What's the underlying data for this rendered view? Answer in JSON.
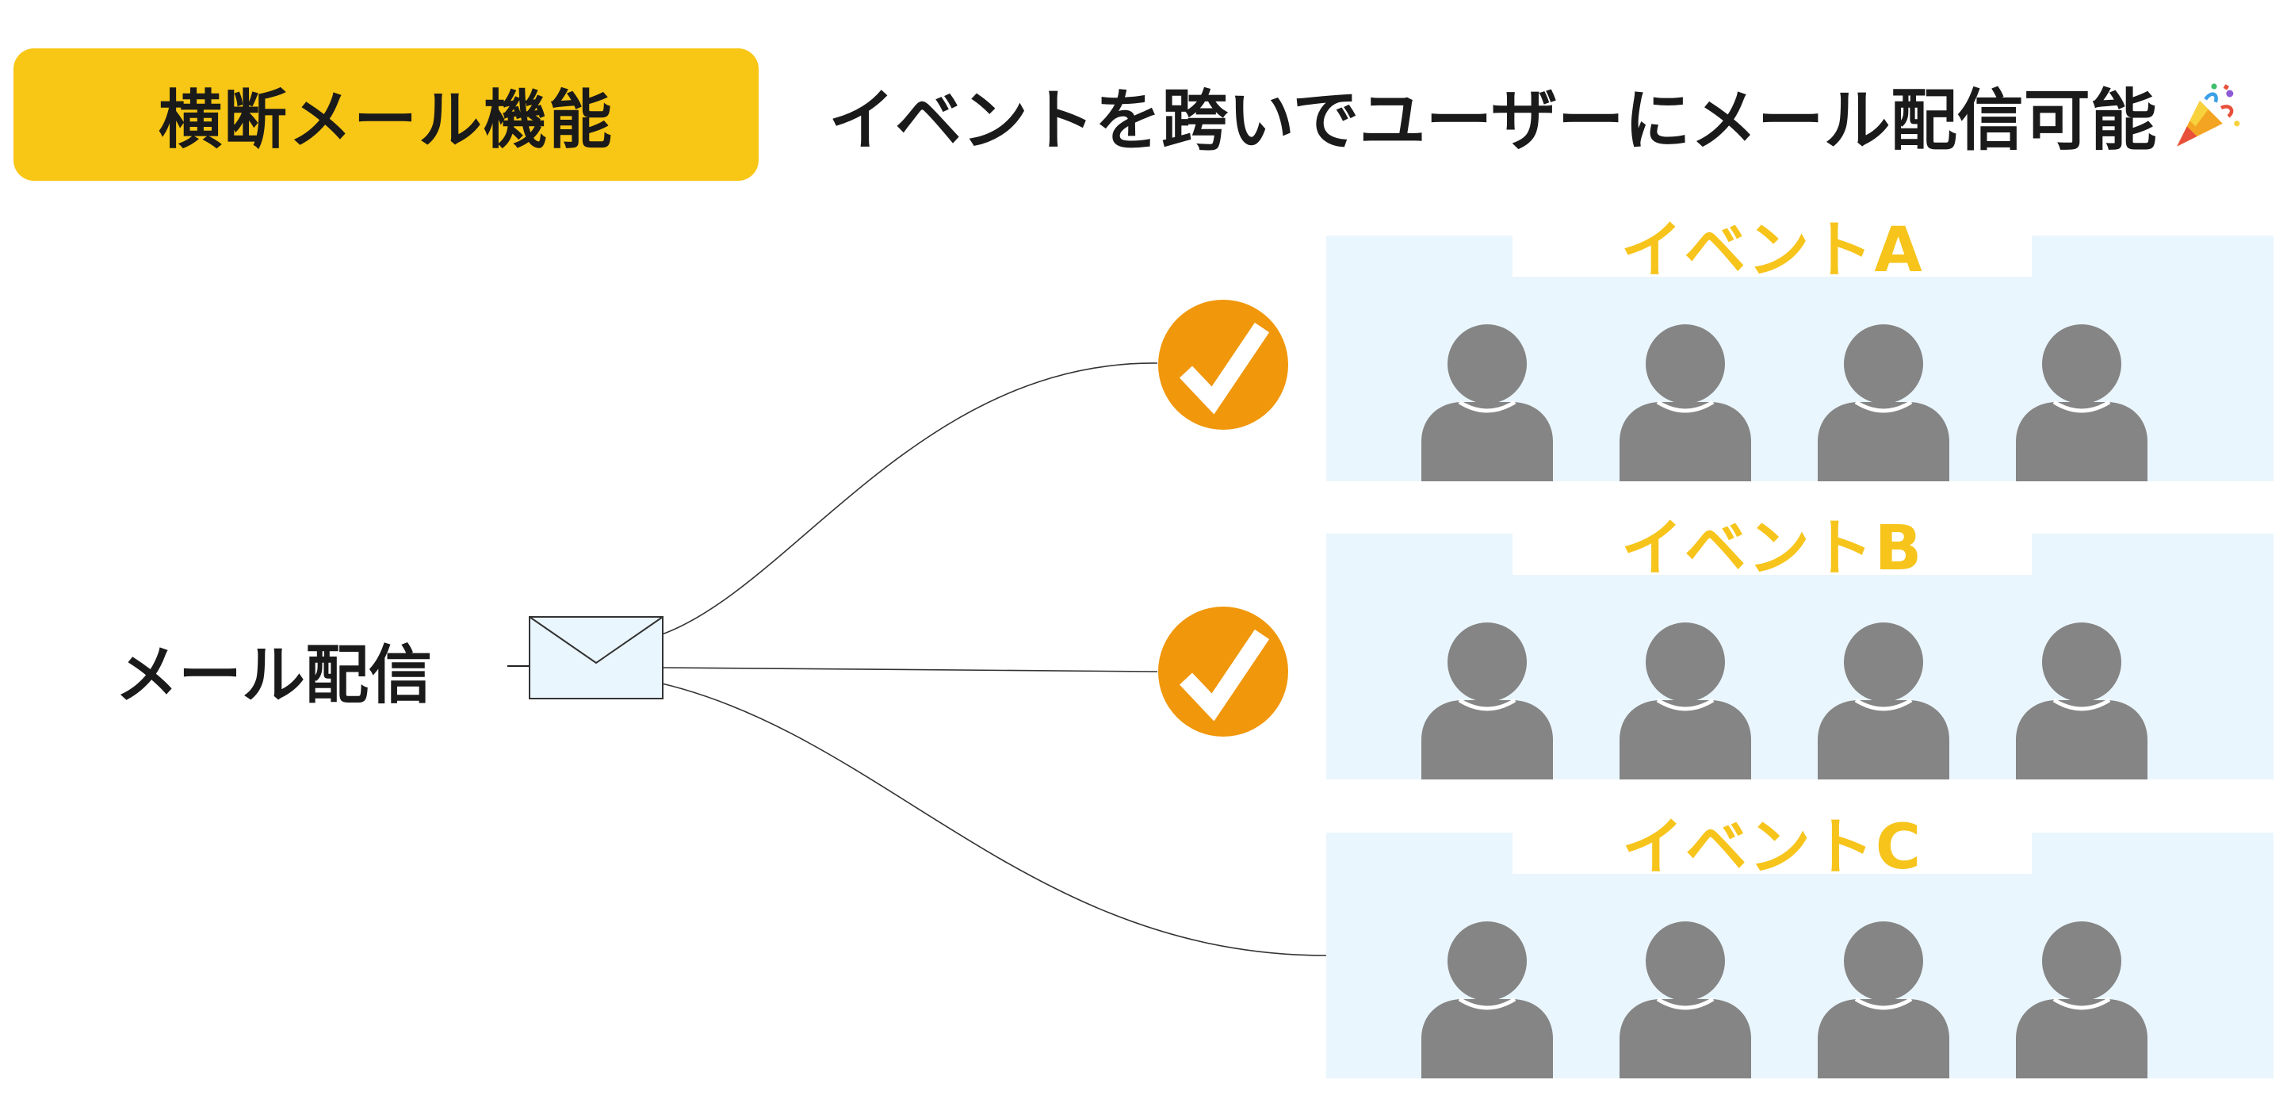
{
  "header": {
    "badge_label": "横断メール機能",
    "headline": "イベントを跨いでユーザーにメール配信可能"
  },
  "sender": {
    "label": "メール配信",
    "icon": "envelope-icon"
  },
  "events": [
    {
      "title": "イベントA",
      "delivered": true,
      "user_count": 4
    },
    {
      "title": "イベントB",
      "delivered": true,
      "user_count": 4
    },
    {
      "title": "イベントC",
      "delivered": false,
      "user_count": 4
    }
  ],
  "colors": {
    "accent_yellow": "#f8c614",
    "event_title": "#f6c41b",
    "check_orange": "#f0970b",
    "panel_bg": "#eaf6fd",
    "user_gray": "#858585",
    "text_dark": "#1a1a1a"
  },
  "icons": {
    "party": "party-popper-icon",
    "check": "check-circle-icon",
    "user": "user-icon"
  }
}
